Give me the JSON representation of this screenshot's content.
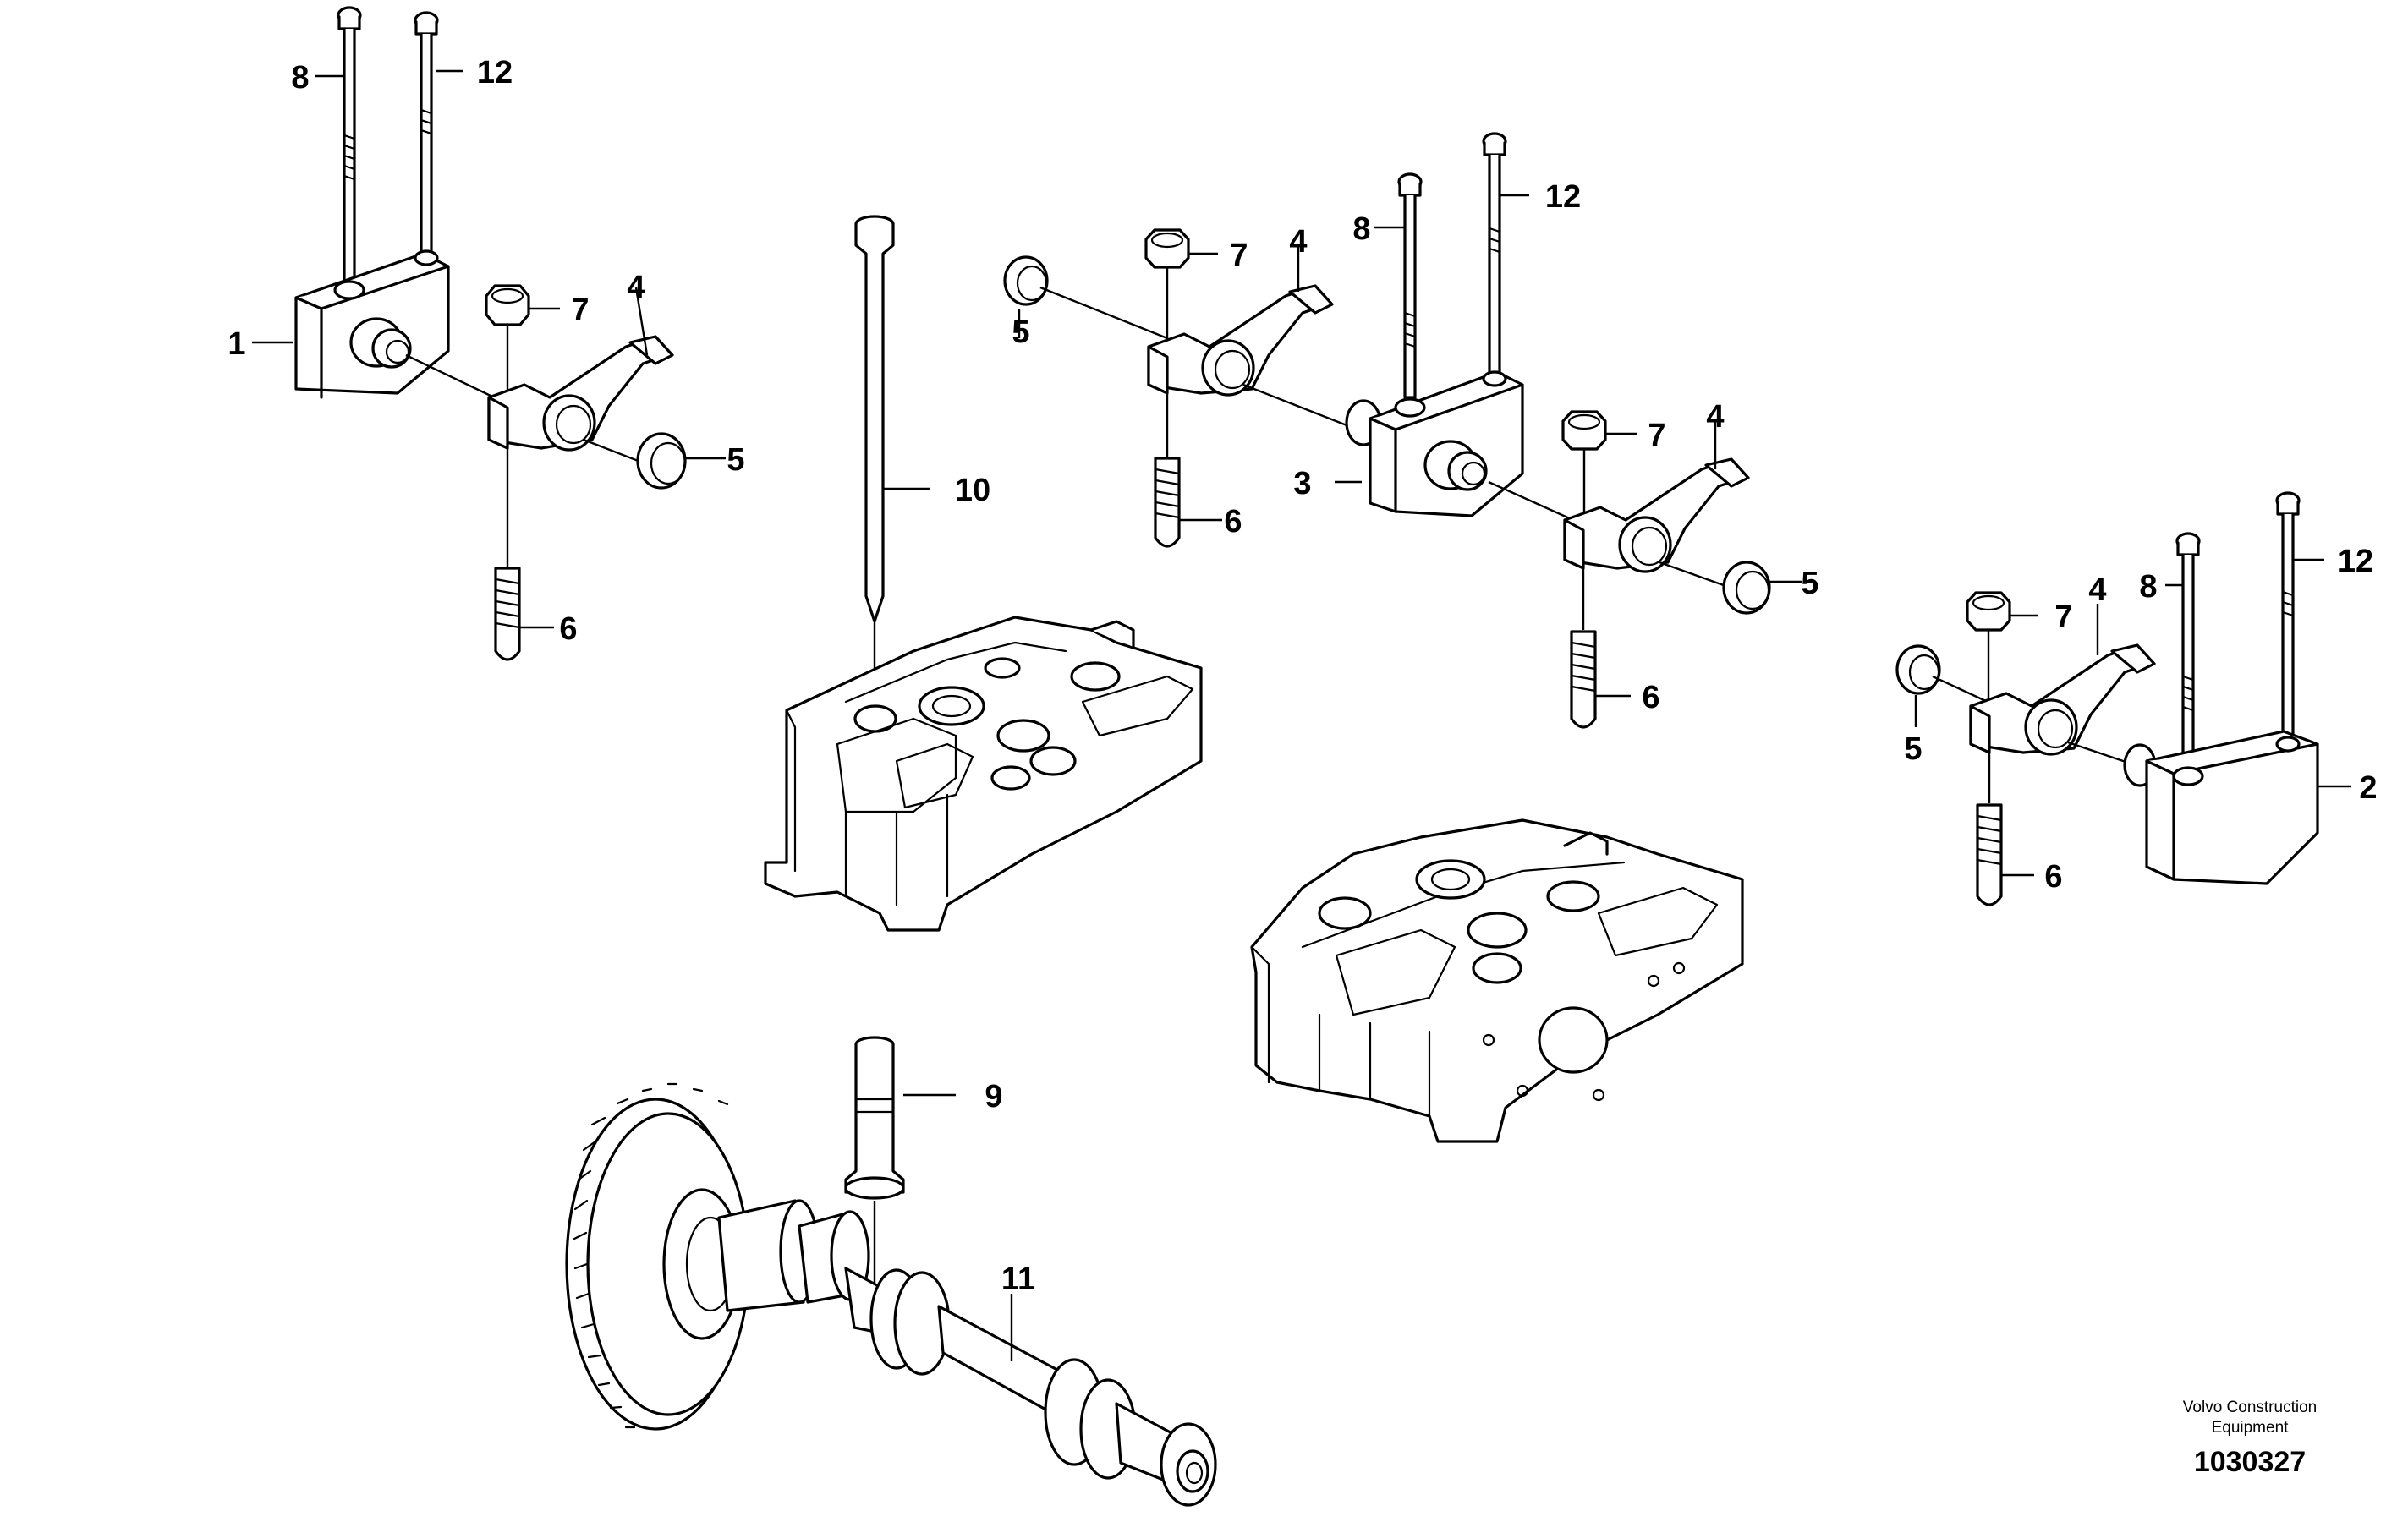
{
  "diagram": {
    "callouts": {
      "rocker_bracket_left": "1",
      "rocker_bracket_right": "2",
      "rocker_bracket_middle": "3",
      "rocker_arm_1": "4",
      "rocker_arm_2": "4",
      "rocker_arm_3": "4",
      "rocker_arm_4": "4",
      "bushing_1": "5",
      "bushing_2": "5",
      "bushing_3": "5",
      "bushing_4": "5",
      "adjusting_screw_1": "6",
      "adjusting_screw_2": "6",
      "adjusting_screw_3": "6",
      "adjusting_screw_4": "6",
      "lock_nut_1": "7",
      "lock_nut_2": "7",
      "lock_nut_3": "7",
      "lock_nut_4": "7",
      "bolt_short_1": "8",
      "bolt_short_2": "8",
      "bolt_short_3": "8",
      "valve_tappet": "9",
      "push_rod": "10",
      "camshaft": "11",
      "bolt_long_1": "12",
      "bolt_long_2": "12",
      "bolt_long_3": "12"
    }
  },
  "footer": {
    "brand_line1": "Volvo Construction",
    "brand_line2": "Equipment",
    "drawing_number": "1030327"
  }
}
